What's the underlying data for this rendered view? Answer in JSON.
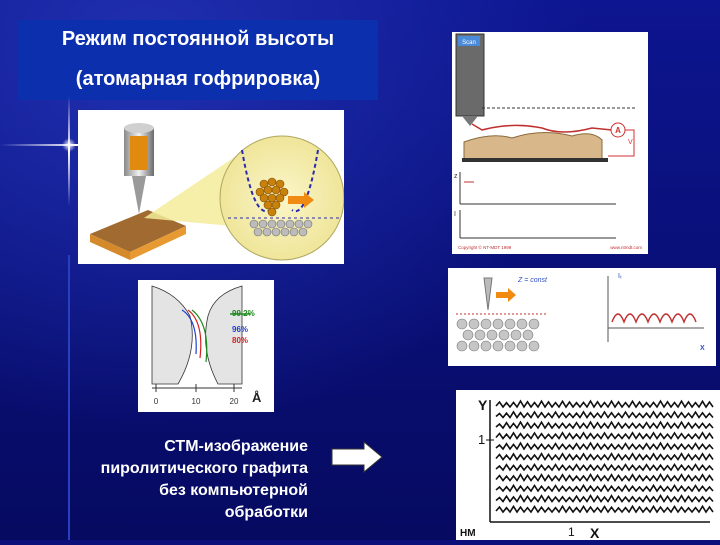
{
  "title": {
    "line1": "Режим постоянной высоты",
    "line2": "(атомарная гофрировка)"
  },
  "caption": {
    "line1": "СТМ-изображение",
    "line2": "пиролитического графита",
    "line3": "без компьютерной",
    "line4": "обработки"
  },
  "stm_schematic": {
    "badge": "Scan",
    "ammeter_label": "A",
    "voltage_label": "V",
    "z_axis": "z",
    "i_axis": "I",
    "copyright": "Copyright ©  NT-MDT 1999",
    "url": "www.ntmdt.com"
  },
  "constant_height": {
    "z_const": "Z = const",
    "current_axis": "Iₜ",
    "x_axis": "X"
  },
  "profile": {
    "pct_1": "99.2%",
    "pct_2": "96%",
    "pct_3": "80%",
    "tick_0": "0",
    "tick_10": "10",
    "tick_20": "20",
    "unit": "Å",
    "colors": {
      "pct_1": "#1f8a1f",
      "pct_2": "#1e3fd0",
      "pct_3": "#d42020"
    }
  },
  "graphite_image": {
    "y_label": "Y",
    "y_tick": "1",
    "x_unit": "НМ",
    "x_tick": "1",
    "x_label": "X"
  },
  "colors": {
    "background": "#0a0f7a",
    "title_box": "#0c2fae",
    "tip_orange": "#e08a10",
    "atom_gold": "#c8820c",
    "atom_grey": "#b8b8b8"
  }
}
